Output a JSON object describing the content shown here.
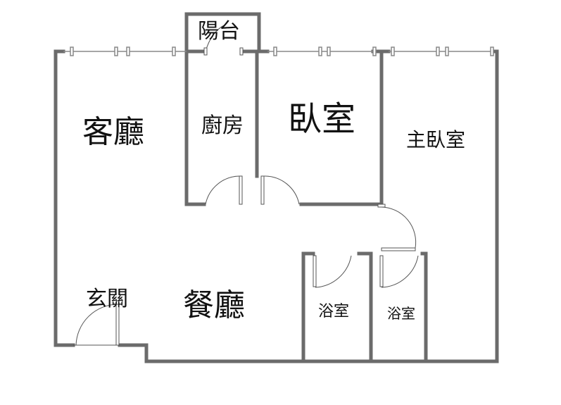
{
  "plan": {
    "rooms": [
      {
        "id": "balcony",
        "label": "陽台"
      },
      {
        "id": "living",
        "label": "客廳"
      },
      {
        "id": "kitchen",
        "label": "廚房"
      },
      {
        "id": "bedroom",
        "label": "臥室"
      },
      {
        "id": "master",
        "label": "主臥室"
      },
      {
        "id": "entry",
        "label": "玄關"
      },
      {
        "id": "dining",
        "label": "餐廳"
      },
      {
        "id": "bath1",
        "label": "浴室"
      },
      {
        "id": "bath2",
        "label": "浴室"
      }
    ],
    "colors": {
      "wall": "#6b6b6b",
      "window": "#888888",
      "door": "#555555"
    }
  }
}
